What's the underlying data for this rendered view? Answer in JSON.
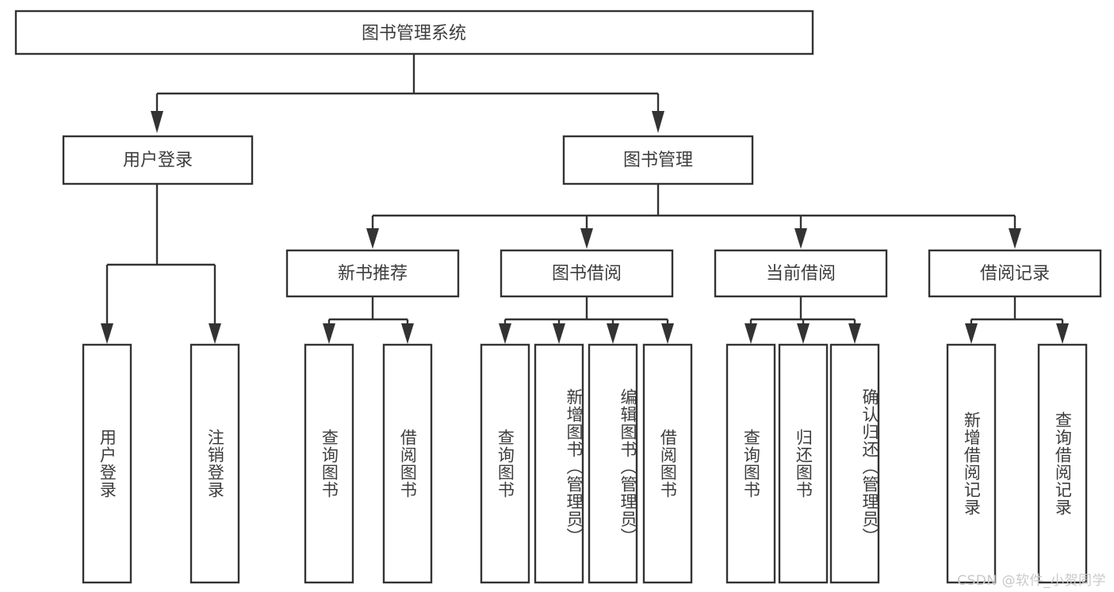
{
  "diagram": {
    "type": "tree-hierarchy",
    "title": "图书管理系统",
    "root": {
      "id": "root",
      "label": "图书管理系统"
    },
    "level1": [
      {
        "id": "user-login",
        "label": "用户登录"
      },
      {
        "id": "book-management",
        "label": "图书管理"
      }
    ],
    "level2": [
      {
        "id": "new-book-recommend",
        "label": "新书推荐",
        "parent": "book-management"
      },
      {
        "id": "book-borrow",
        "label": "图书借阅",
        "parent": "book-management"
      },
      {
        "id": "current-borrow",
        "label": "当前借阅",
        "parent": "book-management"
      },
      {
        "id": "borrow-record",
        "label": "借阅记录",
        "parent": "book-management"
      }
    ],
    "leaves": {
      "user-login": [
        {
          "id": "leaf-user-login",
          "label": "用户登录"
        },
        {
          "id": "leaf-user-logout",
          "label": "注销登录"
        }
      ],
      "new-book-recommend": [
        {
          "id": "leaf-query-book-1",
          "label": "查询图书"
        },
        {
          "id": "leaf-borrow-book-1",
          "label": "借阅图书"
        }
      ],
      "book-borrow": [
        {
          "id": "leaf-query-book-2",
          "label": "查询图书"
        },
        {
          "id": "leaf-add-book",
          "label": "新增图书（管理员）"
        },
        {
          "id": "leaf-edit-book",
          "label": "编辑图书（管理员）"
        },
        {
          "id": "leaf-borrow-book-2",
          "label": "借阅图书"
        }
      ],
      "current-borrow": [
        {
          "id": "leaf-query-book-3",
          "label": "查询图书"
        },
        {
          "id": "leaf-return-book",
          "label": "归还图书"
        },
        {
          "id": "leaf-confirm-return",
          "label": "确认归还（管理员）"
        }
      ],
      "borrow-record": [
        {
          "id": "leaf-add-record",
          "label": "新增借阅记录"
        },
        {
          "id": "leaf-query-record",
          "label": "查询借阅记录"
        }
      ]
    }
  },
  "watermark": {
    "text": "CSDN @软件_小贺同学"
  },
  "colors": {
    "stroke": "#333333",
    "box_fill": "#ffffff",
    "text": "#3d3d3d",
    "watermark": "#c9c9c9",
    "background": "#ffffff"
  }
}
